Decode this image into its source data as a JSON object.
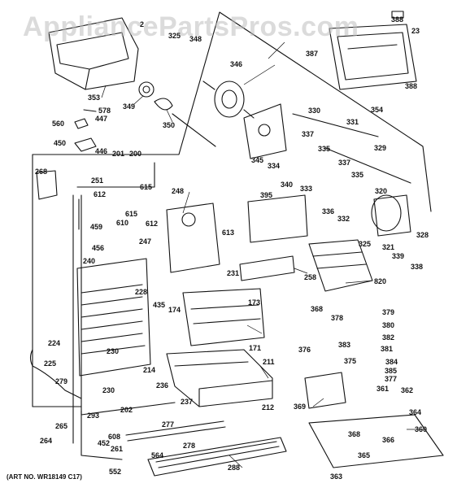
{
  "watermark": "AppliancePartsPros.com",
  "art_number": "(ART NO. WR18149 C17)",
  "part_labels": [
    "2",
    "325",
    "348",
    "388",
    "23",
    "387",
    "388",
    "346",
    "353",
    "349",
    "578",
    "447",
    "560",
    "350",
    "330",
    "354",
    "331",
    "337",
    "329",
    "450",
    "446",
    "201",
    "200",
    "345",
    "334",
    "335",
    "268",
    "337",
    "251",
    "340",
    "333",
    "335",
    "612",
    "615",
    "248",
    "395",
    "320",
    "610",
    "615",
    "612",
    "336",
    "332",
    "459",
    "328",
    "613",
    "325",
    "321",
    "339",
    "247",
    "456",
    "338",
    "240",
    "231",
    "258",
    "820",
    "228",
    "173",
    "368",
    "378",
    "379",
    "435",
    "174",
    "380",
    "382",
    "376",
    "381",
    "383",
    "375",
    "384",
    "171",
    "224",
    "385",
    "230",
    "211",
    "377",
    "225",
    "214",
    "279",
    "236",
    "361",
    "362",
    "369",
    "230",
    "237",
    "202",
    "212",
    "293",
    "364",
    "265",
    "277",
    "360",
    "264",
    "608",
    "452",
    "261",
    "564",
    "278",
    "366",
    "368",
    "288",
    "365",
    "552",
    "363"
  ]
}
